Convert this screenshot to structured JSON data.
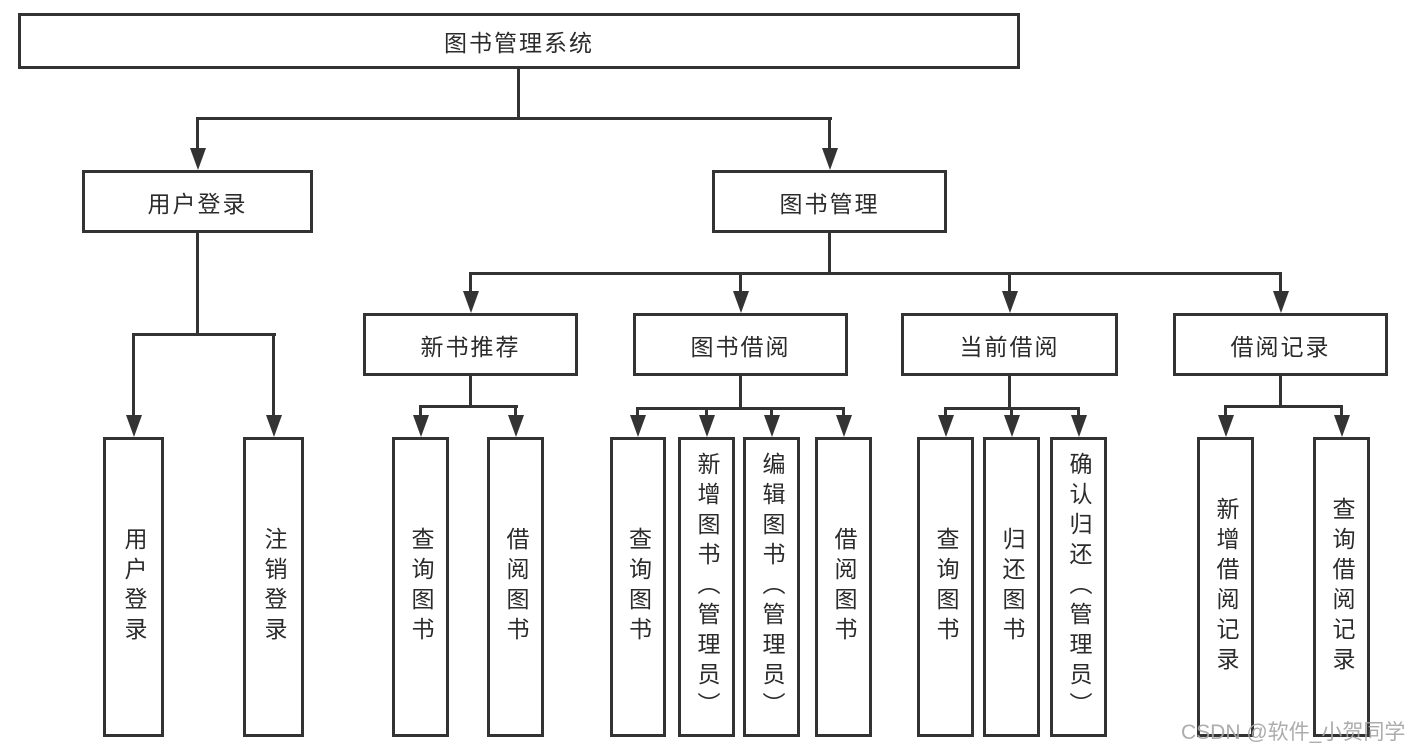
{
  "tree": {
    "root": "图书管理系统",
    "level2": [
      {
        "id": "user-login",
        "label": "用户登录"
      },
      {
        "id": "book-management",
        "label": "图书管理"
      }
    ],
    "level3": [
      {
        "id": "new-book-recommend",
        "label": "新书推荐"
      },
      {
        "id": "book-borrowing",
        "label": "图书借阅"
      },
      {
        "id": "current-borrowing",
        "label": "当前借阅"
      },
      {
        "id": "borrow-records",
        "label": "借阅记录"
      }
    ],
    "leaves": [
      {
        "id": "user-login-op",
        "label": "用户登录"
      },
      {
        "id": "logout-op",
        "label": "注销登录"
      },
      {
        "id": "recommend-query-book",
        "label": "查询图书"
      },
      {
        "id": "recommend-borrow-book",
        "label": "借阅图书"
      },
      {
        "id": "borrowing-query-book",
        "label": "查询图书"
      },
      {
        "id": "borrowing-add-book-admin",
        "label": "新增图书（管理员）"
      },
      {
        "id": "borrowing-edit-book-admin",
        "label": "编辑图书（管理员）"
      },
      {
        "id": "borrowing-borrow-book",
        "label": "借阅图书"
      },
      {
        "id": "current-query-book",
        "label": "查询图书"
      },
      {
        "id": "current-return-book",
        "label": "归还图书"
      },
      {
        "id": "current-confirm-return-admin",
        "label": "确认归还（管理员）"
      },
      {
        "id": "record-add",
        "label": "新增借阅记录"
      },
      {
        "id": "record-query",
        "label": "查询借阅记录"
      }
    ]
  },
  "watermark": {
    "text": "CSDN @软件_小贺同学"
  },
  "colors": {
    "line": "#333333",
    "box_border": "#333333",
    "text": "#2b2b2b",
    "watermark": "#a5a5a5",
    "background": "#ffffff"
  }
}
